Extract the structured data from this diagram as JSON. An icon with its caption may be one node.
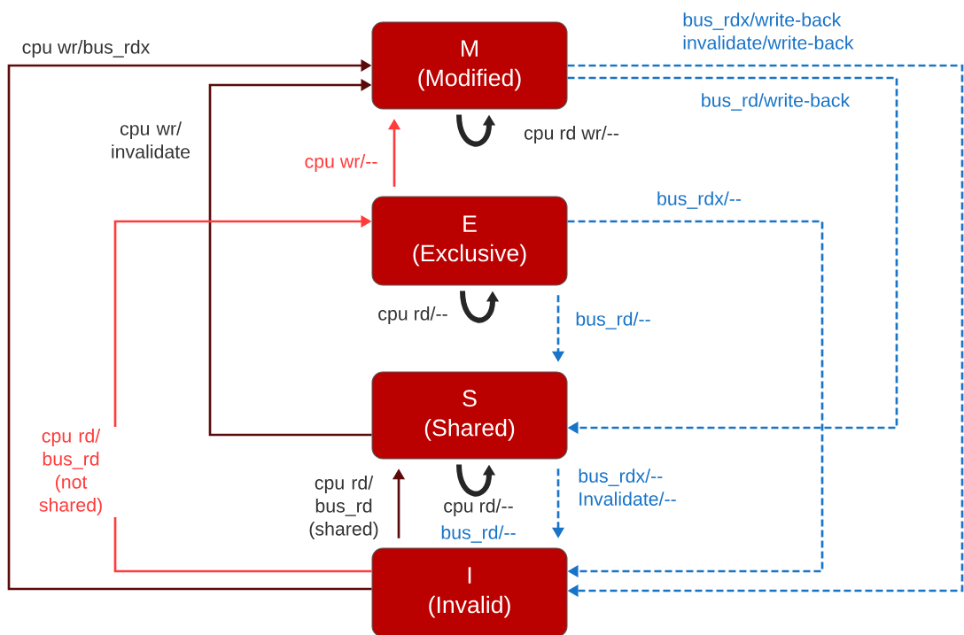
{
  "diagram": {
    "nodes": [
      {
        "text": [
          "M",
          "(Modified)"
        ]
      },
      {
        "text": [
          "E",
          "(Exclusive)"
        ]
      },
      {
        "text": [
          "S",
          "(Shared)"
        ]
      },
      {
        "text": [
          "I",
          "(Invalid)"
        ]
      }
    ],
    "edges": [
      {
        "from": 3,
        "to": 0,
        "arrow": "to",
        "label": "cpu wr/bus_rdx",
        "color": "#5c0a0a"
      },
      {
        "from": 2,
        "to": 0,
        "arrow": "to",
        "label": "cpu wr/ invalidate",
        "color": "#5c0a0a"
      },
      {
        "from": 1,
        "to": 0,
        "arrow": "to",
        "label": "cpu wr/--",
        "color": "#ff3b3b"
      },
      {
        "from": 3,
        "to": 1,
        "arrow": "to",
        "label": "cpu rd/ bus_rd (not shared)",
        "color": "#ff3b3b"
      },
      {
        "from": 3,
        "to": 2,
        "arrow": "to",
        "label": "cpu rd/ bus_rd (shared)",
        "color": "#5c0a0a"
      },
      {
        "from": 0,
        "to": 0,
        "arrow": "to",
        "label": "cpu rd wr/--",
        "style": "thick",
        "color": "#262626"
      },
      {
        "from": 1,
        "to": 1,
        "arrow": "to",
        "label": "cpu rd/--",
        "style": "thick",
        "color": "#262626"
      },
      {
        "from": 2,
        "to": 2,
        "arrow": "to",
        "label": "cpu rd/--",
        "style": "thick",
        "color": "#262626"
      },
      {
        "from": 0,
        "to": 3,
        "arrow": "to",
        "label": "bus_rdx/write-back invalidate/write-back",
        "style": "dashed",
        "color": "#1874c8"
      },
      {
        "from": 0,
        "to": 2,
        "arrow": "to",
        "label": "bus_rd/write-back",
        "style": "dashed",
        "color": "#1874c8"
      },
      {
        "from": 1,
        "to": 3,
        "arrow": "to",
        "label": "bus_rdx/--",
        "style": "dashed",
        "color": "#1874c8"
      },
      {
        "from": 1,
        "to": 2,
        "arrow": "to",
        "label": "bus_rd/--",
        "style": "dashed",
        "color": "#1874c8"
      },
      {
        "from": 2,
        "to": 3,
        "arrow": "to",
        "label": "bus_rdx/-- Invalidate/--",
        "style": "dashed",
        "color": "#1874c8"
      }
    ],
    "labels": [
      "bus_rd/--"
    ]
  }
}
